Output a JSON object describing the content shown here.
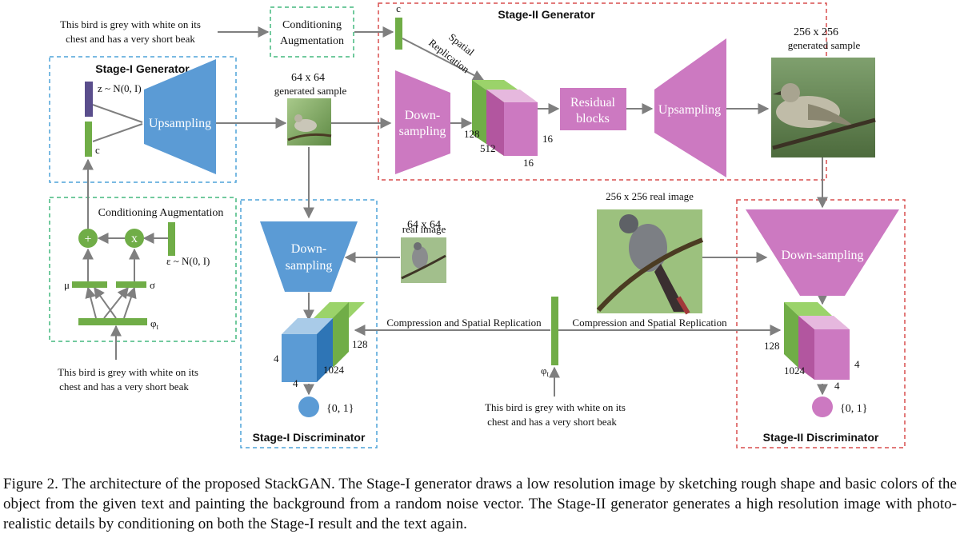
{
  "text": {
    "text_top_1": "This bird is grey with white on its",
    "text_top_2": "chest and has a very short beak",
    "cond_aug_top_1": "Conditioning",
    "cond_aug_top_2": "Augmentation",
    "stage2_gen_title": "Stage-II Generator",
    "c_top": "c",
    "spatial": "Spatial",
    "replication": "Replication",
    "stage1_gen_title": "Stage-I Generator",
    "z_label": "z ~ N(0, I)",
    "c_label": "c",
    "upsampling1": "Upsampling",
    "sample64_1": "64 x 64",
    "sample64_2": "generated sample",
    "down_g2_1": "Down-",
    "down_g2_2": "sampling",
    "n128_g2": "128",
    "n512_g2": "512",
    "n16a_g2": "16",
    "n16b_g2": "16",
    "residual_1": "Residual",
    "residual_2": "blocks",
    "upsampling2": "Upsampling",
    "sample256_1": "256 x 256",
    "sample256_2": "generated sample",
    "ca_left_title": "Conditioning Augmentation",
    "plus": "+",
    "times": "x",
    "eps": "ε ~ N(0, I)",
    "mu": "μ",
    "sigma": "σ",
    "phi": "φ",
    "phi_sub": "t",
    "text_bottom_left_1": "This bird is grey with white on its",
    "text_bottom_left_2": "chest and has a very short beak",
    "down_d1_1": "Down-",
    "down_d1_2": "sampling",
    "real64_1": "64 x 64",
    "real64_2": "real image",
    "n4a_d1": "4",
    "n4b_d1": "4",
    "n1024_d1": "1024",
    "n128_d1": "128",
    "out_d1": "{0, 1}",
    "stage1_disc_title": "Stage-I Discriminator",
    "real256": "256 x 256 real image",
    "comp_left": "Compression and Spatial Replication",
    "comp_right": "Compression and Spatial Replication",
    "phi_mid": "φ",
    "phi_mid_sub": "t",
    "text_bottom_mid_1": "This bird is grey with white on its",
    "text_bottom_mid_2": "chest and has a very short beak",
    "down_d2": "Down-sampling",
    "n128_d2": "128",
    "n1024_d2": "1024",
    "n4a_d2": "4",
    "n4b_d2": "4",
    "out_d2": "{0, 1}",
    "stage2_disc_title": "Stage-II Discriminator"
  },
  "caption": "Figure 2. The architecture of the proposed StackGAN. The Stage-I generator draws a low resolution image by sketching rough shape and basic colors of the object from the given text and painting the background from a random noise vector. The Stage-II generator generates a high resolution image with photo-realistic details by conditioning on both the Stage-I result and the text again.",
  "colors": {
    "green": "#70ad47",
    "blue": "#5b9bd5",
    "pink": "#cc79c1",
    "purple": "#5a4e8c",
    "arrow": "#7f7f7f",
    "box_blue": "#4fa3d9",
    "box_green": "#44b87e",
    "box_red": "#d94e4e"
  }
}
